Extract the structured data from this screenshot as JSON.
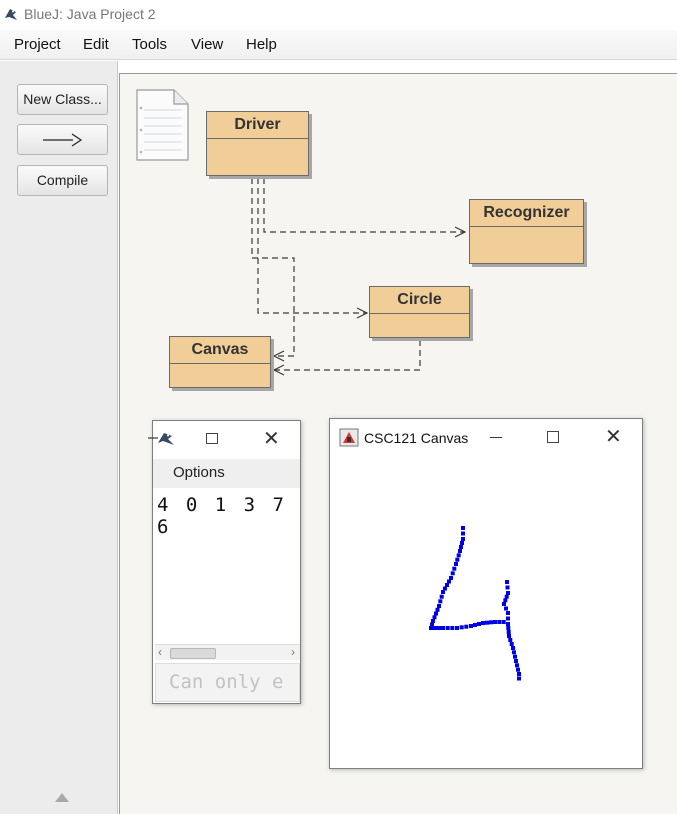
{
  "window": {
    "title": "BlueJ:  Java Project 2"
  },
  "menu": [
    "Project",
    "Edit",
    "Tools",
    "View",
    "Help"
  ],
  "toolbar": {
    "new_class": "New Class...",
    "arrow": "uses-arrow",
    "compile": "Compile"
  },
  "diagram": {
    "classes": [
      "Driver",
      "Recognizer",
      "Circle",
      "Canvas"
    ],
    "readme_icon": "note-document-icon"
  },
  "terminal": {
    "menu_label": "Options",
    "output": "4 0 1 3 7 6",
    "input_placeholder": "Can only e"
  },
  "canvas_window": {
    "title": "CSC121 Canvas",
    "stroke_color": "#0000e6"
  },
  "icons": {
    "app": "bluej-bird-icon",
    "minimize": "minimize-icon",
    "maximize": "maximize-icon",
    "close": "close-icon"
  }
}
